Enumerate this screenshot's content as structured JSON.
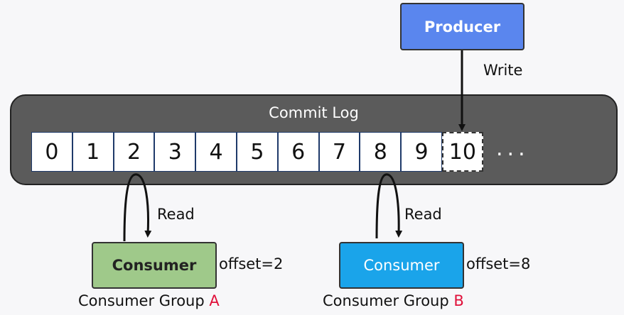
{
  "producer": {
    "label": "Producer"
  },
  "write_label": "Write",
  "commit_log": {
    "title": "Commit Log",
    "offsets": [
      "0",
      "1",
      "2",
      "3",
      "4",
      "5",
      "6",
      "7",
      "8",
      "9",
      "10"
    ],
    "ellipsis": "..."
  },
  "consumer_a": {
    "read_label": "Read",
    "box_label": "Consumer",
    "offset_label": "offset=2",
    "group_prefix": "Consumer Group ",
    "group_letter": "A",
    "color": "#9fc98a"
  },
  "consumer_b": {
    "read_label": "Read",
    "box_label": "Consumer",
    "offset_label": "offset=8",
    "group_prefix": "Consumer Group ",
    "group_letter": "B",
    "color": "#1aa4ea"
  },
  "colors": {
    "producer": "#5a86ee",
    "log_background": "#5b5b5b",
    "group_letter": "#e0103a"
  }
}
